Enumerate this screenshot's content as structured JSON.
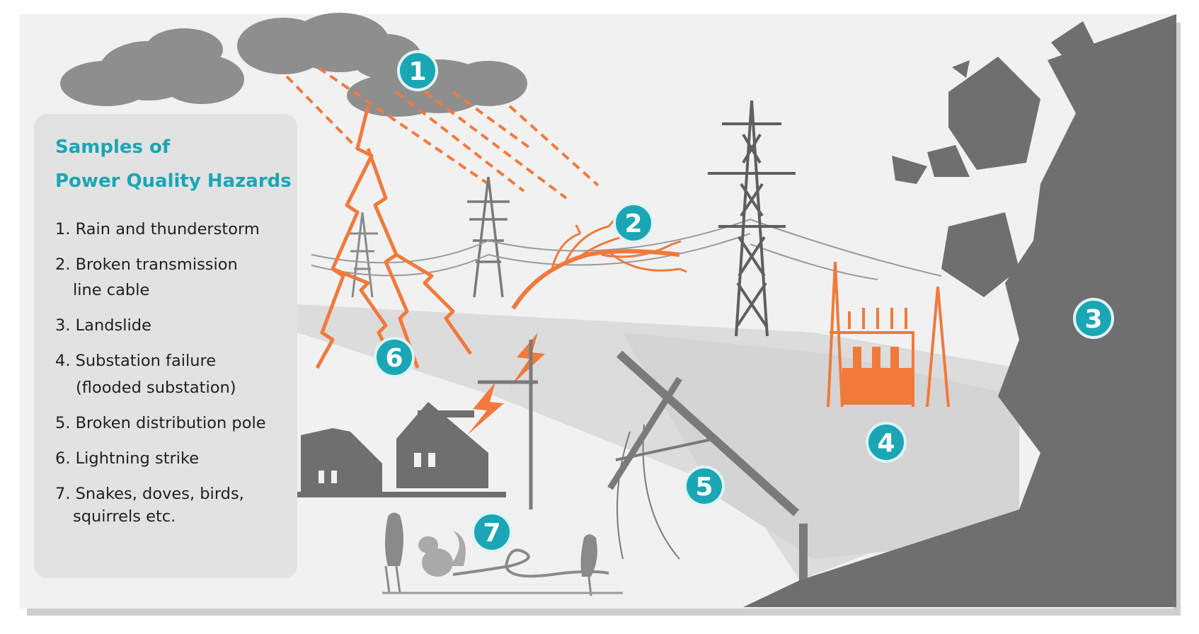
{
  "panel": {
    "title_line1": "Samples of",
    "title_line2": "Power Quality Hazards"
  },
  "hazards": [
    {
      "number": "1",
      "lines": [
        "1. Rain and thunderstorm"
      ]
    },
    {
      "number": "2",
      "lines": [
        "2. Broken transmission",
        "line cable"
      ]
    },
    {
      "number": "3",
      "lines": [
        "3. Landslide"
      ]
    },
    {
      "number": "4",
      "lines": [
        "4. Substation failure",
        "(flooded substation)"
      ]
    },
    {
      "number": "5",
      "lines": [
        "5. Broken distribution pole"
      ]
    },
    {
      "number": "6",
      "lines": [
        "6. Lightning strike"
      ]
    },
    {
      "number": "7",
      "lines": [
        "7. Snakes, doves, birds,",
        "squirrels etc."
      ]
    }
  ],
  "badges": [
    "1",
    "2",
    "3",
    "4",
    "5",
    "6",
    "7"
  ],
  "colors": {
    "accent_teal": "#1aa6b5",
    "hazard_orange": "#f07a3c",
    "scene_gray": "#6f6f70",
    "panel_bg": "#e2e2e2"
  },
  "icons": [
    "storm-cloud-icon",
    "rain-icon",
    "lightning-icon",
    "transmission-tower-icon",
    "tree-icon",
    "rock-cliff-icon",
    "substation-icon",
    "utility-pole-icon",
    "house-icon",
    "bird-icon",
    "squirrel-icon",
    "snake-icon"
  ]
}
